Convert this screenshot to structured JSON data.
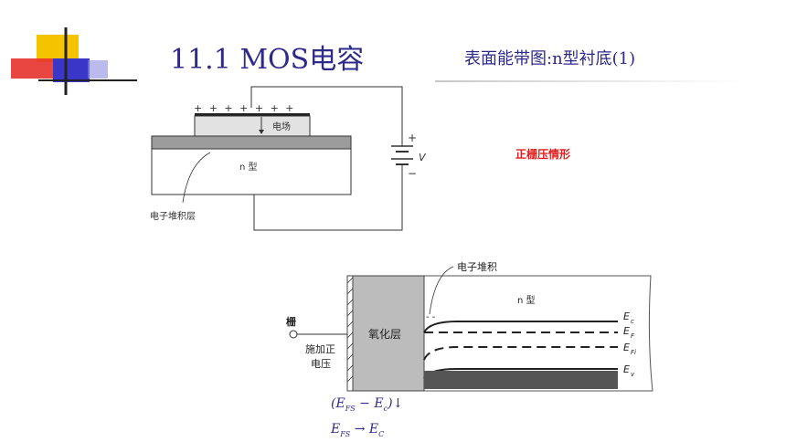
{
  "header": {
    "title": "11.1 MOS电容",
    "subtitle": "表面能带图:n型衬底(1)"
  },
  "note": "正栅压情形",
  "top_diagram": {
    "plus_signs": "+ + + + + + +",
    "field_label": "电场",
    "substrate_label": "n 型",
    "battery_plus": "+",
    "battery_minus": "−",
    "voltage_label": "V",
    "callout_label": "电子堆积层"
  },
  "band_diagram": {
    "callout_label": "电子堆积",
    "substrate_label": "n 型",
    "gate_label": "栅",
    "bias_label_line1": "施加正",
    "bias_label_line2": "电压",
    "oxide_label": "氧化层",
    "level_main": [
      "E",
      "E",
      "E",
      "E"
    ],
    "level_sub": [
      "c",
      "F",
      "Fi",
      "v"
    ]
  },
  "equations": {
    "eq1_open": "(",
    "eq1_e1": "E",
    "eq1_s1": "FS",
    "eq1_minus": " − ",
    "eq1_e2": "E",
    "eq1_s2": "c",
    "eq1_close": ")↓",
    "eq2_e1": "E",
    "eq2_s1": "FS",
    "eq2_arrow": " → ",
    "eq2_e2": "E",
    "eq2_s2": "C"
  },
  "colors": {
    "title": "#2e2a8a",
    "note": "#e02020",
    "logo_yellow": "#f5c400",
    "logo_red": "#e8322c",
    "logo_blue": "#3a36c8"
  }
}
